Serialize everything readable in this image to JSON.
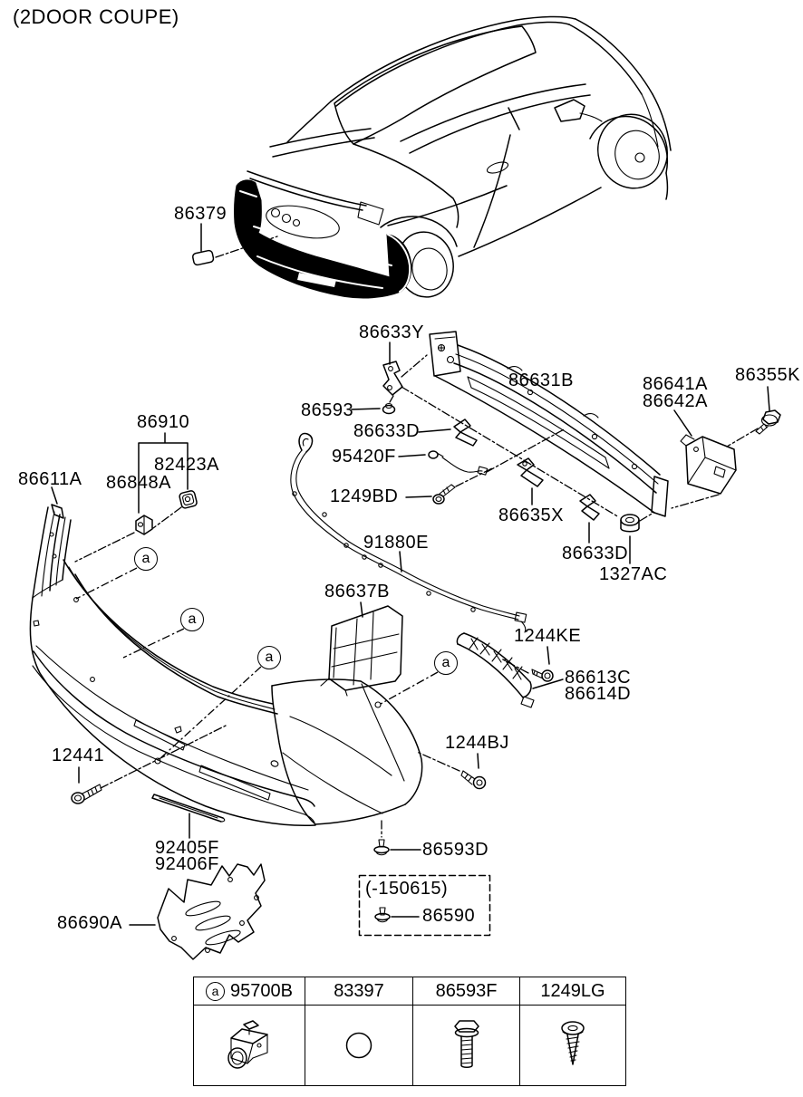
{
  "page_title": "(2DOOR COUPE)",
  "diagram": {
    "marker_letter": "a",
    "callouts": [
      {
        "part": "86379"
      },
      {
        "part": "86633Y"
      },
      {
        "part": "86593"
      },
      {
        "part": "86633D"
      },
      {
        "part": "95420F"
      },
      {
        "part": "1249BD"
      },
      {
        "part": "86631B"
      },
      {
        "part": "86641A"
      },
      {
        "part": "86642A"
      },
      {
        "part": "86355K"
      },
      {
        "part": "86635X"
      },
      {
        "part": "86633D"
      },
      {
        "part": "1327AC"
      },
      {
        "part": "86910"
      },
      {
        "part": "82423A"
      },
      {
        "part": "86848A"
      },
      {
        "part": "86611A"
      },
      {
        "part": "91880E"
      },
      {
        "part": "86637B"
      },
      {
        "part": "1244KE"
      },
      {
        "part": "86613C"
      },
      {
        "part": "86614D"
      },
      {
        "part": "1244BJ"
      },
      {
        "part": "12441"
      },
      {
        "part": "92405F"
      },
      {
        "part": "92406F"
      },
      {
        "part": "86690A"
      },
      {
        "part": "86593D"
      }
    ],
    "inset": {
      "applicability": "(-150615)",
      "part": "86590"
    }
  },
  "legend": {
    "columns": [
      {
        "marker": "a",
        "part": "95700B",
        "icon": "parking-sensor-icon"
      },
      {
        "part": "83397",
        "icon": "hole-plug-icon"
      },
      {
        "part": "86593F",
        "icon": "flange-bolt-icon"
      },
      {
        "part": "1249LG",
        "icon": "tapping-screw-icon"
      }
    ]
  }
}
